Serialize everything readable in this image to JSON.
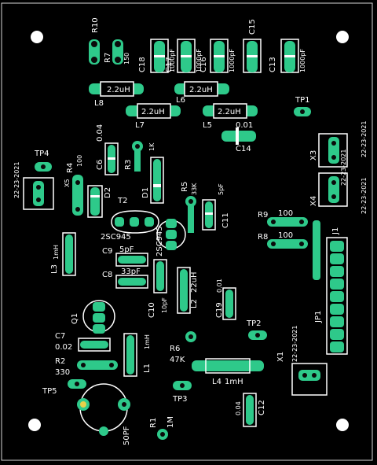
{
  "colors": {
    "background": "#000000",
    "copper": "#2ec98a",
    "silk": "#ffffff",
    "hole": "#0b0b0b",
    "outline": "#d8d8d8"
  },
  "labels": {
    "R10": "R10",
    "R7": "R7",
    "r7v": "150",
    "C18": "C18",
    "c18v": "1000pF",
    "C17": "C17",
    "c17v": "1000pF",
    "C16": "C16",
    "c16v": "1000pF",
    "C15": "C15",
    "C13": "C13",
    "c13v": "1000pF",
    "L8": "L8",
    "L8v": "2.2uH",
    "L6": "L6",
    "L6v": "2.2uH",
    "L7": "L7",
    "L7v": "2.2uH",
    "L5": "L5",
    "L5v": "2.2uH",
    "TP1": "TP1",
    "C14v": "0.01",
    "C14": "C14",
    "C6v": "0.04",
    "C6": "C6",
    "R3": "R3",
    "R3v": "1K",
    "TP4": "TP4",
    "R4": "R4",
    "R4v": "100",
    "X5": "X5",
    "D2": "D2",
    "D1": "D1",
    "R5": "R5",
    "R5v": "33K",
    "C11v": "5pF",
    "C11": "C11",
    "T2": "T2",
    "R9": "R9",
    "R9v": "100",
    "R8": "R8",
    "R8v": "100",
    "X3": "X3",
    "X4": "X4",
    "J1": "J1",
    "Q1a": "2SC945",
    "Q1b": "2SC945",
    "C9": "C9",
    "C9v": "5pF",
    "C8": "C8",
    "C8v": "33pF",
    "L3": "L3",
    "L3v": "1mH",
    "C10": "C10",
    "C10v": "10pF",
    "L2": "L2",
    "L2v": "22uH",
    "C19": "C19",
    "C19v": "0.01",
    "Q1": "Q1",
    "TP2": "TP2",
    "JP1": "JP1",
    "C7": "C7",
    "C7v": "0.02",
    "R2": "R2",
    "R2v": "330",
    "L1": "L1",
    "L1v": "1mH",
    "R6": "R6",
    "R6v": "47K",
    "X1": "X1",
    "L4": "L4",
    "L4v": "1mH",
    "TP5": "TP5",
    "TP3": "TP3",
    "C12": "C12",
    "C12v": "0.04",
    "R1": "R1",
    "R1v": "1M",
    "C50": "50PF",
    "date1": "22-23-2021",
    "date2": "22-23-2021",
    "date3": "22-23-2021",
    "date4": "22-23-2021",
    "date5": "22-23-2021"
  }
}
